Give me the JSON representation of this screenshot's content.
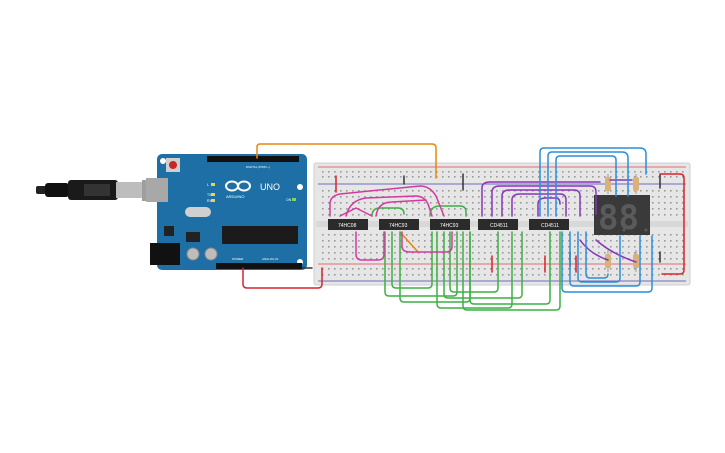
{
  "board": {
    "brand": "ARDUINO",
    "model": "UNO",
    "digital_header": "DIGITAL (PWM ~)",
    "power_header": "POWER",
    "analog_header": "ANALOG IN",
    "led_labels": [
      "L",
      "TX",
      "RX",
      "ON"
    ]
  },
  "chips": [
    {
      "label": "74HC08"
    },
    {
      "label": "74HC93"
    },
    {
      "label": "74HC93"
    },
    {
      "label": "CD4511"
    },
    {
      "label": "CD4511"
    }
  ],
  "display": {
    "digits": "88"
  },
  "colors": {
    "board": "#1d6fa5",
    "breadboard": "#e6e6e6",
    "wire_orange": "#e8850f",
    "wire_red": "#d9242b",
    "wire_green": "#3cb043",
    "wire_purple": "#8a35b8",
    "wire_magenta": "#d33aa0",
    "wire_blue": "#2a8ed9",
    "wire_black": "#333333"
  }
}
